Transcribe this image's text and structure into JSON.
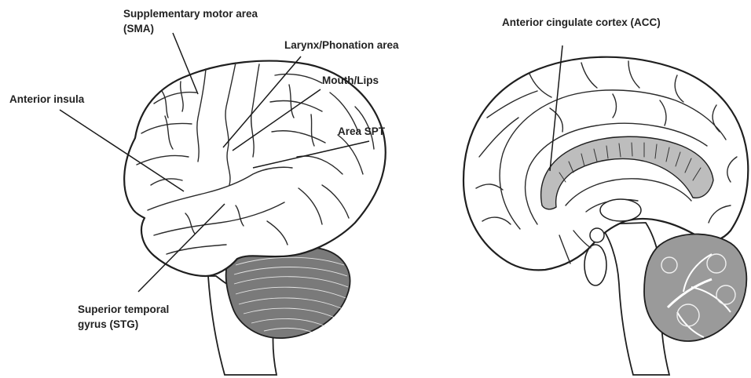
{
  "labels": {
    "sma_line1": "Supplementary motor area",
    "sma_line2": "(SMA)",
    "larynx": "Larynx/Phonation area",
    "mouth": "Mouth/Lips",
    "insula": "Anterior insula",
    "spt": "Area SPT",
    "stg_line1": "Superior temporal",
    "stg_line2": "gyrus (STG)",
    "acc": "Anterior cingulate cortex (ACC)"
  }
}
